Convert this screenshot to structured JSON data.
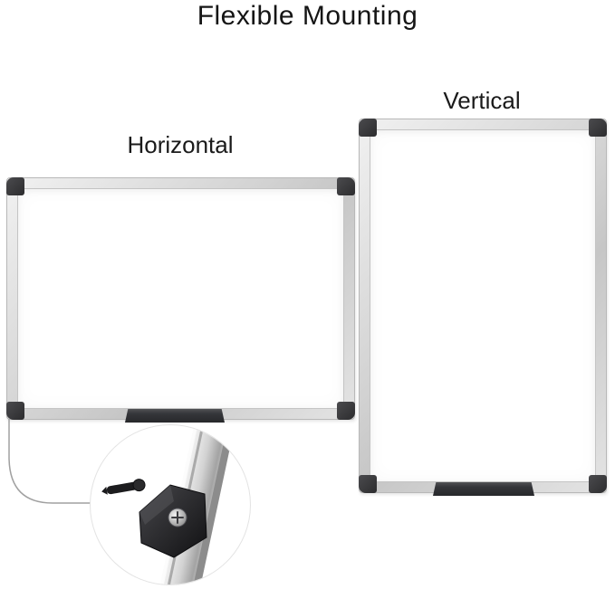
{
  "title": "Flexible Mounting",
  "boards": {
    "horizontal": {
      "label": "Horizontal"
    },
    "vertical": {
      "label": "Vertical"
    }
  },
  "detail_inset": {
    "icons": [
      "aluminum-rail-icon",
      "corner-bracket-icon",
      "screw-icon",
      "wall-anchor-icon"
    ]
  },
  "colors": {
    "background": "#ffffff",
    "text": "#1a1a1a",
    "frame_silver": "#d2d2d2",
    "corner_cap": "#3a3a3c",
    "tray": "#35363a",
    "leader_line": "#a0a0a0",
    "circle_border": "#e3e3e3"
  }
}
